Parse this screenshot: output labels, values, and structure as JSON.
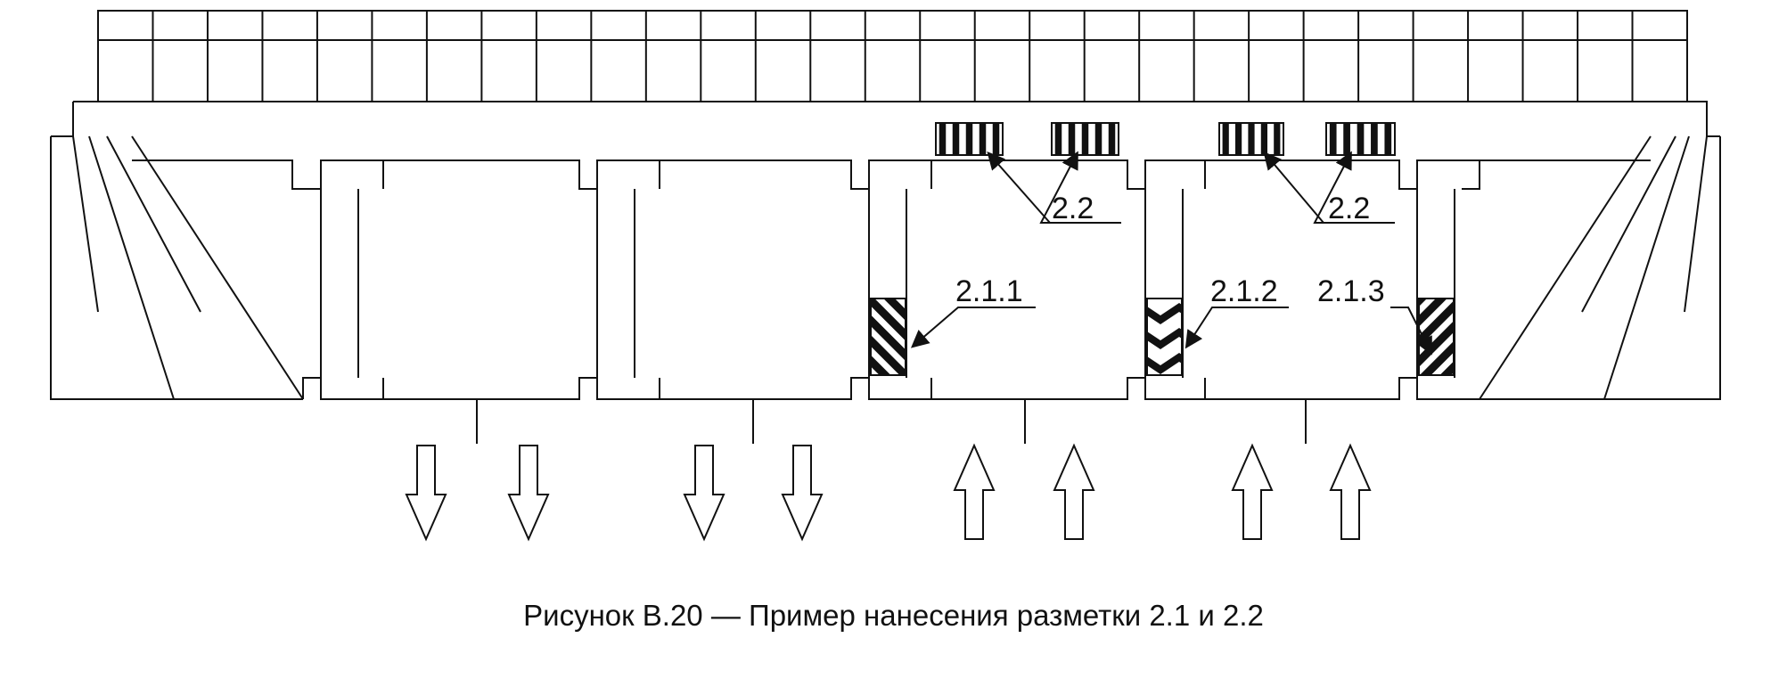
{
  "figure": {
    "caption": "Рисунок В.20 — Пример нанесения разметки 2.1 и 2.2",
    "labels": {
      "crossing_left": "2.2",
      "crossing_right": "2.2",
      "marking_2_1_1": "2.1.1",
      "marking_2_1_2": "2.1.2",
      "marking_2_1_3": "2.1.3"
    },
    "directions": {
      "outbound": "down",
      "inbound": "up"
    },
    "colors": {
      "line": "#111111",
      "background": "#ffffff"
    }
  }
}
